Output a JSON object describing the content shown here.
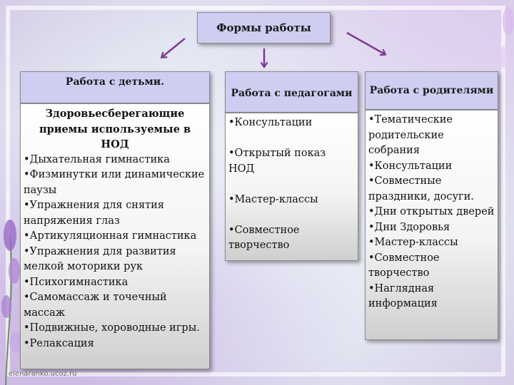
{
  "main": {
    "title": "Формы работы"
  },
  "columns": [
    {
      "header": "Работа с детьми.",
      "title_lines": [
        "Здоровьесберегающие",
        "приемы используемые в НОД"
      ],
      "items": [
        "•Дыхательная гимнастика",
        "•Физминутки или динамические паузы",
        "•Упражнения для снятия напряжения  глаз",
        "•Артикуляционная гимнастика",
        "•Упражнения для развития мелкой моторики рук",
        "•Психогимнастика",
        "•Самомассаж и точечный массаж",
        "•Подвижные, хороводные игры.",
        "•Релаксация"
      ]
    },
    {
      "header": "Работа с педагогами",
      "items": [
        "•Консультации",
        "•Открытый показ НОД",
        "•Мастер-классы",
        "•Совместное творчество"
      ]
    },
    {
      "header": "Работа с родителями",
      "items": [
        "•Тематические родительские собрания",
        "•Консультации",
        "•Совместные праздники, досуги.",
        "•Дни открытых дверей",
        "•Дни Здоровья",
        "•Мастер-классы",
        "•Совместное творчество",
        "•Наглядная информация"
      ]
    }
  ],
  "watermark": "elenaranko.ucoz.ru",
  "colors": {
    "header_fill": "#cfcdf1",
    "arrow": "#7b3a8f"
  }
}
